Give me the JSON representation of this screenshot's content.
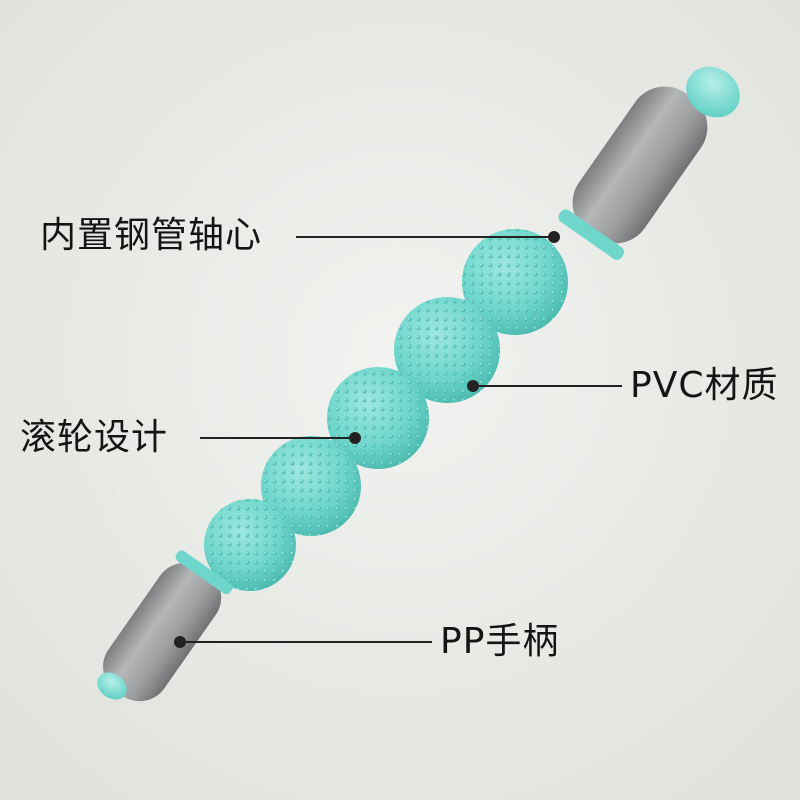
{
  "callouts": {
    "steel_core": "内置钢管轴心",
    "pvc_material": "PVC材质",
    "roller_design": "滚轮设计",
    "pp_handle": "PP手柄"
  },
  "colors": {
    "background": "#e9ebe7",
    "ball_teal": "#6fd6cc",
    "ball_spike": "#4fbdb2",
    "handle_gray": "#9d9fa0",
    "end_cap": "#7edbd2",
    "line": "#222222"
  }
}
